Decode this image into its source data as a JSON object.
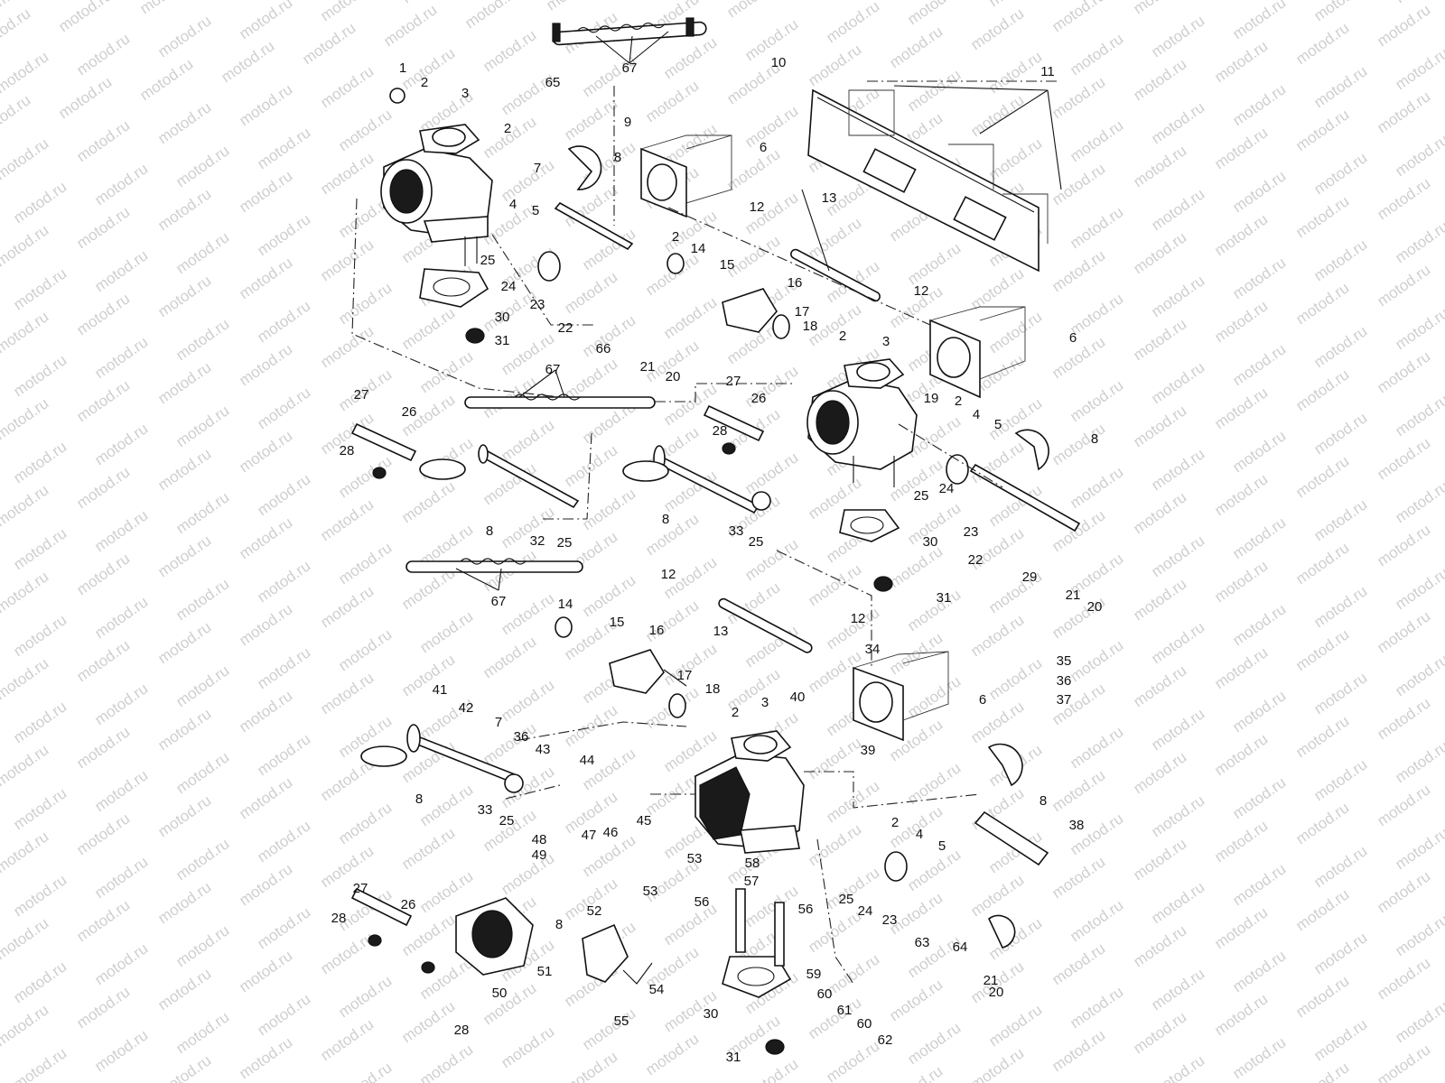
{
  "watermark": "motod.ru",
  "colors": {
    "ink": "#111111",
    "watermark": "#cfcfcf",
    "background": "#ffffff"
  },
  "callouts": [
    {
      "id": "c1",
      "text": "1"
    },
    {
      "id": "c2a",
      "text": "2"
    },
    {
      "id": "c3a",
      "text": "3"
    },
    {
      "id": "c65",
      "text": "65"
    },
    {
      "id": "c2b",
      "text": "2"
    },
    {
      "id": "c7a",
      "text": "7"
    },
    {
      "id": "c4a",
      "text": "4"
    },
    {
      "id": "c5a",
      "text": "5"
    },
    {
      "id": "c8a",
      "text": "8"
    },
    {
      "id": "c9",
      "text": "9"
    },
    {
      "id": "c6a",
      "text": "6"
    },
    {
      "id": "c10",
      "text": "10"
    },
    {
      "id": "c11",
      "text": "11"
    },
    {
      "id": "c67a",
      "text": "67"
    },
    {
      "id": "c12a",
      "text": "12"
    },
    {
      "id": "c13a",
      "text": "13"
    },
    {
      "id": "c12b",
      "text": "12"
    },
    {
      "id": "c2c",
      "text": "2"
    },
    {
      "id": "c14a",
      "text": "14"
    },
    {
      "id": "c15a",
      "text": "15"
    },
    {
      "id": "c16a",
      "text": "16"
    },
    {
      "id": "c17a",
      "text": "17"
    },
    {
      "id": "c18a",
      "text": "18"
    },
    {
      "id": "c2d",
      "text": "2"
    },
    {
      "id": "c3b",
      "text": "3"
    },
    {
      "id": "c6b",
      "text": "6"
    },
    {
      "id": "c25a",
      "text": "25"
    },
    {
      "id": "c24a",
      "text": "24"
    },
    {
      "id": "c23a",
      "text": "23"
    },
    {
      "id": "c30a",
      "text": "30"
    },
    {
      "id": "c31a",
      "text": "31"
    },
    {
      "id": "c22a",
      "text": "22"
    },
    {
      "id": "c66",
      "text": "66"
    },
    {
      "id": "c21a",
      "text": "21"
    },
    {
      "id": "c20a",
      "text": "20"
    },
    {
      "id": "c67b",
      "text": "67"
    },
    {
      "id": "c27a",
      "text": "27"
    },
    {
      "id": "c19",
      "text": "19"
    },
    {
      "id": "c2e",
      "text": "2"
    },
    {
      "id": "c4b",
      "text": "4"
    },
    {
      "id": "c5b",
      "text": "5"
    },
    {
      "id": "c8b",
      "text": "8"
    },
    {
      "id": "c27b",
      "text": "27"
    },
    {
      "id": "c26a",
      "text": "26"
    },
    {
      "id": "c26b",
      "text": "26"
    },
    {
      "id": "c28a",
      "text": "28"
    },
    {
      "id": "c28b",
      "text": "28"
    },
    {
      "id": "c8c",
      "text": "8"
    },
    {
      "id": "c32",
      "text": "32"
    },
    {
      "id": "c25b",
      "text": "25"
    },
    {
      "id": "c8d",
      "text": "8"
    },
    {
      "id": "c33a",
      "text": "33"
    },
    {
      "id": "c25c",
      "text": "25"
    },
    {
      "id": "c25d",
      "text": "25"
    },
    {
      "id": "c24b",
      "text": "24"
    },
    {
      "id": "c23b",
      "text": "23"
    },
    {
      "id": "c30b",
      "text": "30"
    },
    {
      "id": "c22b",
      "text": "22"
    },
    {
      "id": "c29",
      "text": "29"
    },
    {
      "id": "c21b",
      "text": "21"
    },
    {
      "id": "c20b",
      "text": "20"
    },
    {
      "id": "c31b",
      "text": "31"
    },
    {
      "id": "c67c",
      "text": "67"
    },
    {
      "id": "c12c",
      "text": "12"
    },
    {
      "id": "c13b",
      "text": "13"
    },
    {
      "id": "c12d",
      "text": "12"
    },
    {
      "id": "c14b",
      "text": "14"
    },
    {
      "id": "c15b",
      "text": "15"
    },
    {
      "id": "c16b",
      "text": "16"
    },
    {
      "id": "c34",
      "text": "34"
    },
    {
      "id": "c35",
      "text": "35"
    },
    {
      "id": "c36a",
      "text": "36"
    },
    {
      "id": "c37",
      "text": "37"
    },
    {
      "id": "c41",
      "text": "41"
    },
    {
      "id": "c42",
      "text": "42"
    },
    {
      "id": "c17b",
      "text": "17"
    },
    {
      "id": "c18b",
      "text": "18"
    },
    {
      "id": "c2f",
      "text": "2"
    },
    {
      "id": "c3c",
      "text": "3"
    },
    {
      "id": "c40",
      "text": "40"
    },
    {
      "id": "c6c",
      "text": "6"
    },
    {
      "id": "c7b",
      "text": "7"
    },
    {
      "id": "c36b",
      "text": "36"
    },
    {
      "id": "c43",
      "text": "43"
    },
    {
      "id": "c39",
      "text": "39"
    },
    {
      "id": "c44",
      "text": "44"
    },
    {
      "id": "c8e",
      "text": "8"
    },
    {
      "id": "c33b",
      "text": "33"
    },
    {
      "id": "c25e",
      "text": "25"
    },
    {
      "id": "c45",
      "text": "45"
    },
    {
      "id": "c46",
      "text": "46"
    },
    {
      "id": "c2g",
      "text": "2"
    },
    {
      "id": "c4c",
      "text": "4"
    },
    {
      "id": "c5c",
      "text": "5"
    },
    {
      "id": "c8f",
      "text": "8"
    },
    {
      "id": "c38",
      "text": "38"
    },
    {
      "id": "c48",
      "text": "48"
    },
    {
      "id": "c47",
      "text": "47"
    },
    {
      "id": "c49",
      "text": "49"
    },
    {
      "id": "c53a",
      "text": "53"
    },
    {
      "id": "c58",
      "text": "58"
    },
    {
      "id": "c57",
      "text": "57"
    },
    {
      "id": "c53b",
      "text": "53"
    },
    {
      "id": "c27c",
      "text": "27"
    },
    {
      "id": "c8g",
      "text": "8"
    },
    {
      "id": "c56a",
      "text": "56"
    },
    {
      "id": "c56b",
      "text": "56"
    },
    {
      "id": "c25f",
      "text": "25"
    },
    {
      "id": "c24c",
      "text": "24"
    },
    {
      "id": "c23c",
      "text": "23"
    },
    {
      "id": "c26c",
      "text": "26"
    },
    {
      "id": "c52",
      "text": "52"
    },
    {
      "id": "c28c",
      "text": "28"
    },
    {
      "id": "c51",
      "text": "51"
    },
    {
      "id": "c50",
      "text": "50"
    },
    {
      "id": "c54",
      "text": "54"
    },
    {
      "id": "c63",
      "text": "63"
    },
    {
      "id": "c64",
      "text": "64"
    },
    {
      "id": "c21c",
      "text": "21"
    },
    {
      "id": "c20c",
      "text": "20"
    },
    {
      "id": "c59",
      "text": "59"
    },
    {
      "id": "c60a",
      "text": "60"
    },
    {
      "id": "c61",
      "text": "61"
    },
    {
      "id": "c60b",
      "text": "60"
    },
    {
      "id": "c55",
      "text": "55"
    },
    {
      "id": "c30c",
      "text": "30"
    },
    {
      "id": "c62",
      "text": "62"
    },
    {
      "id": "c28d",
      "text": "28"
    },
    {
      "id": "c31c",
      "text": "31"
    }
  ]
}
